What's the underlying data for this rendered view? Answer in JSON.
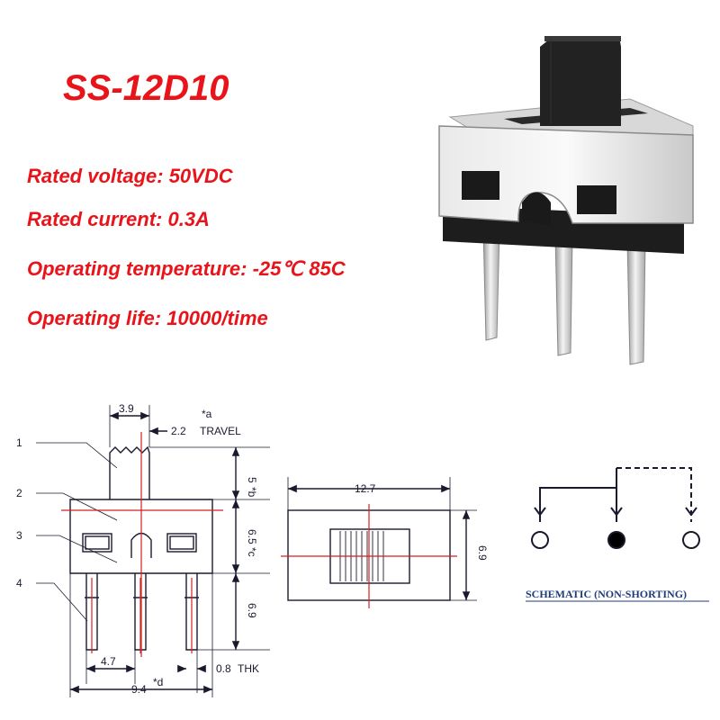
{
  "title": "SS-12D10",
  "specs": [
    "Rated voltage: 50VDC",
    "Rated current: 0.3A",
    "Operating temperature: -25℃ 85C",
    "Operating life: 10000/time"
  ],
  "colors": {
    "accent": "#e8141a",
    "drawing": "#1a1a2e",
    "center_line": "#d42020",
    "schematic_label": "#1f3b7a"
  },
  "side_view": {
    "callouts": [
      "1",
      "2",
      "3",
      "4"
    ],
    "dims": {
      "knob_width": "3.9",
      "travel": "2.2",
      "travel_note": "*a",
      "travel_label": "TRAVEL",
      "knob_height": "5",
      "knob_height_note": "*b",
      "body_height": "6.5",
      "body_height_note": "*c",
      "pin_length": "6.9",
      "pin_pitch": "4.7",
      "thickness": "0.8",
      "thickness_label": "THK",
      "overall_width": "9.4",
      "overall_width_note": "*d"
    }
  },
  "top_view": {
    "dims": {
      "length": "12.7",
      "width": "6.9"
    }
  },
  "schematic": {
    "label": "SCHEMATIC (NON-SHORTING)"
  }
}
